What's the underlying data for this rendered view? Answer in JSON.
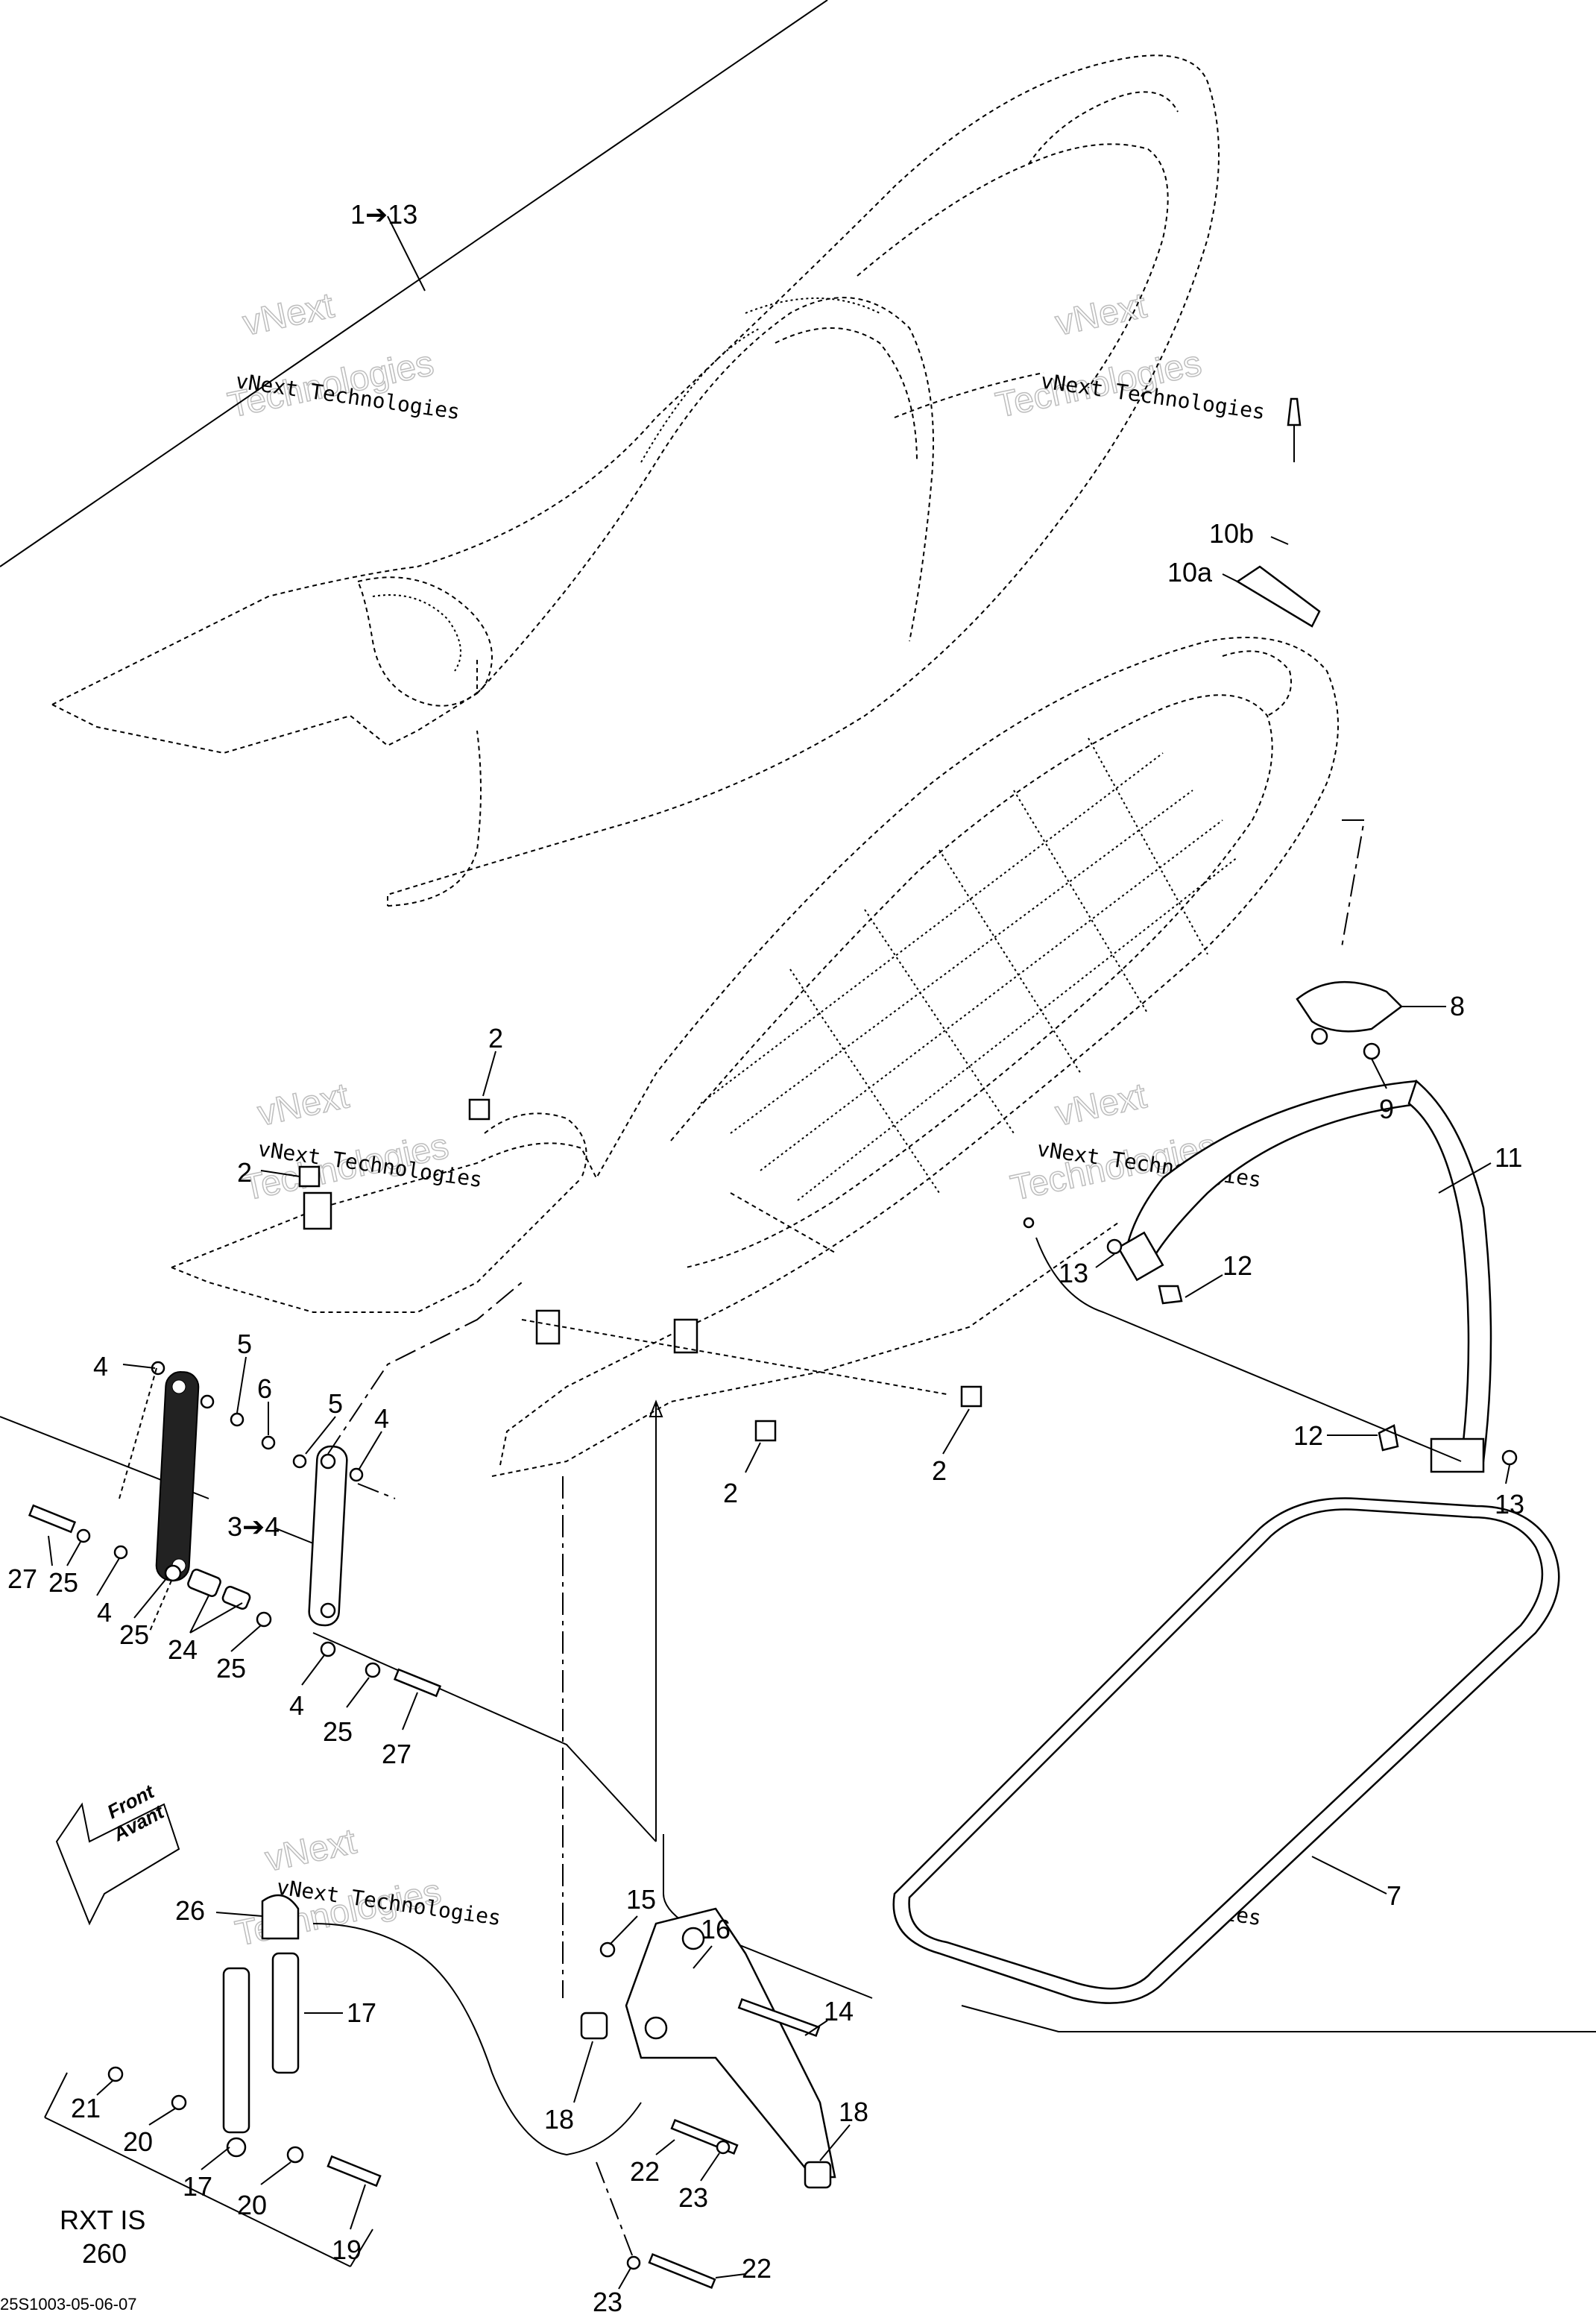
{
  "watermark": {
    "line1": "vNext Technologies",
    "line2": "vNext",
    "line3": "Technologies"
  },
  "callouts": {
    "c1_13": "1➔13",
    "c10b": "10b",
    "c10a": "10a",
    "c2a": "2",
    "c2b": "2",
    "c2c": "2",
    "c2d": "2",
    "c8": "8",
    "c9": "9",
    "c11": "11",
    "c12a": "12",
    "c12b": "12",
    "c13a": "13",
    "c13b": "13",
    "c4a": "4",
    "c4b": "4",
    "c4c": "4",
    "c4d": "4",
    "c5a": "5",
    "c5b": "5",
    "c6": "6",
    "c3_4": "3➔4",
    "c27a": "27",
    "c27b": "27",
    "c25a": "25",
    "c25b": "25",
    "c25c": "25",
    "c25d": "25",
    "c24": "24",
    "c26": "26",
    "c17a": "17",
    "c17b": "17",
    "c15": "15",
    "c16": "16",
    "c14": "14",
    "c18a": "18",
    "c18b": "18",
    "c21": "21",
    "c20a": "20",
    "c20b": "20",
    "c19": "19",
    "c22a": "22",
    "c22b": "22",
    "c23a": "23",
    "c23b": "23",
    "c7": "7"
  },
  "front_arrow": {
    "line1": "Front",
    "line2": "Avant"
  },
  "model": {
    "line1": "RXT IS",
    "line2": "260"
  },
  "drawing_code": "25S1003-05-06-07"
}
